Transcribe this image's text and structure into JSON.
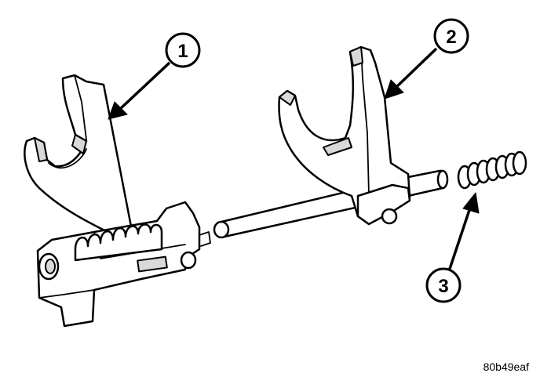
{
  "callouts": [
    {
      "id": "1",
      "label": "1"
    },
    {
      "id": "2",
      "label": "2"
    },
    {
      "id": "3",
      "label": "3"
    }
  ],
  "reference_code": "80b49eaf",
  "colors": {
    "ink": "#000000",
    "paper": "#ffffff",
    "shade": "#d9d9d9"
  }
}
